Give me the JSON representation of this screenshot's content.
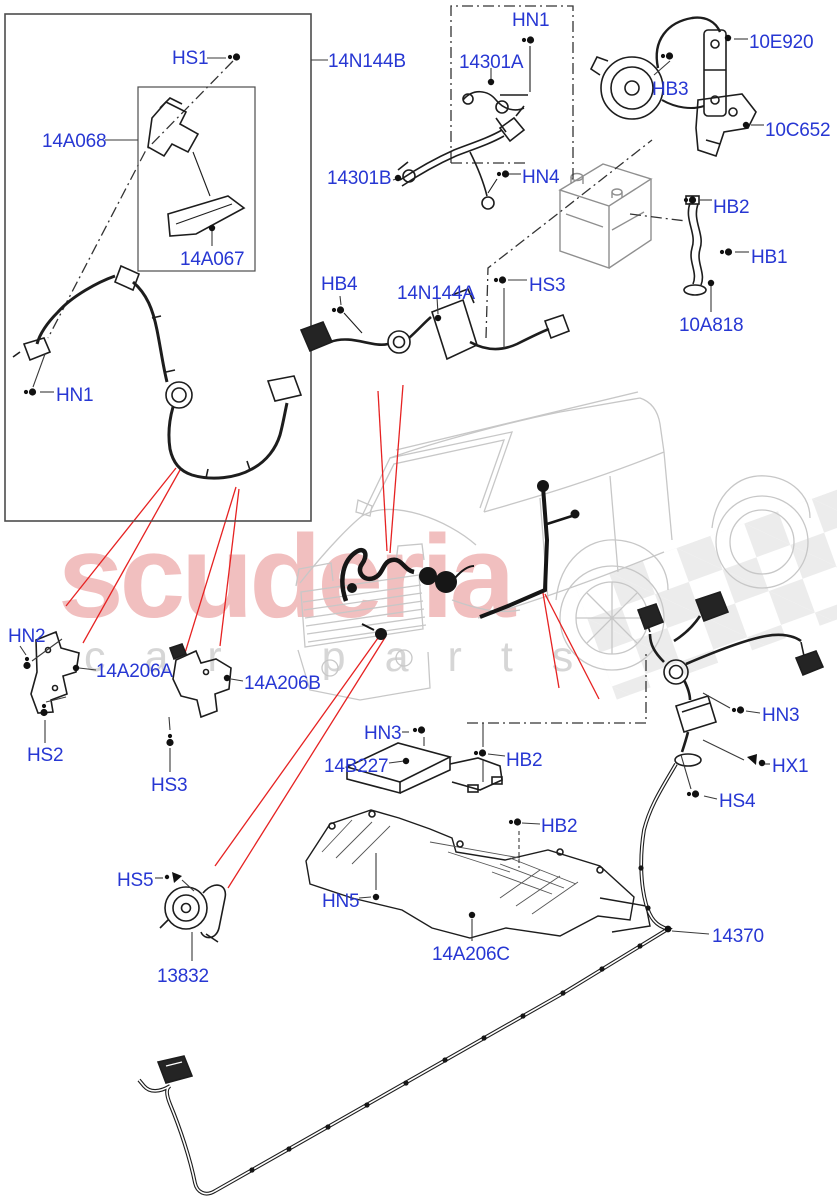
{
  "watermark": {
    "brand": "scuderia",
    "tagline": "car parts"
  },
  "colors": {
    "label_blue": "#2737d3",
    "red_locator_line": "#e62222",
    "watermark_pink": "rgba(219,94,94,0.40)",
    "checker_gray": "#ececec"
  },
  "diagram": {
    "type": "exploded-parts-diagram",
    "labels": [
      {
        "id": "HS1",
        "text": "HS1"
      },
      {
        "id": "14N144B",
        "text": "14N144B"
      },
      {
        "id": "14A068",
        "text": "14A068"
      },
      {
        "id": "14A067",
        "text": "14A067"
      },
      {
        "id": "HN1a",
        "text": "HN1"
      },
      {
        "id": "14301A",
        "text": "14301A"
      },
      {
        "id": "14301B",
        "text": "14301B"
      },
      {
        "id": "HN4",
        "text": "HN4"
      },
      {
        "id": "10E920",
        "text": "10E920"
      },
      {
        "id": "HB3",
        "text": "HB3"
      },
      {
        "id": "10C652",
        "text": "10C652"
      },
      {
        "id": "HB2a",
        "text": "HB2"
      },
      {
        "id": "HB1",
        "text": "HB1"
      },
      {
        "id": "10A818",
        "text": "10A818"
      },
      {
        "id": "HN1b",
        "text": "HN1"
      },
      {
        "id": "HB4",
        "text": "HB4"
      },
      {
        "id": "14N144A",
        "text": "14N144A"
      },
      {
        "id": "HS3a",
        "text": "HS3"
      },
      {
        "id": "HN2",
        "text": "HN2"
      },
      {
        "id": "14A206A",
        "text": "14A206A"
      },
      {
        "id": "14A206B",
        "text": "14A206B"
      },
      {
        "id": "HS2",
        "text": "HS2"
      },
      {
        "id": "HS3b",
        "text": "HS3"
      },
      {
        "id": "HN3a",
        "text": "HN3"
      },
      {
        "id": "14B227",
        "text": "14B227"
      },
      {
        "id": "HB2b",
        "text": "HB2"
      },
      {
        "id": "HN3b",
        "text": "HN3"
      },
      {
        "id": "HX1",
        "text": "HX1"
      },
      {
        "id": "HS4",
        "text": "HS4"
      },
      {
        "id": "HB2c",
        "text": "HB2"
      },
      {
        "id": "HN5",
        "text": "HN5"
      },
      {
        "id": "14A206C",
        "text": "14A206C"
      },
      {
        "id": "HS5",
        "text": "HS5"
      },
      {
        "id": "13832",
        "text": "13832"
      },
      {
        "id": "14370",
        "text": "14370"
      }
    ]
  }
}
